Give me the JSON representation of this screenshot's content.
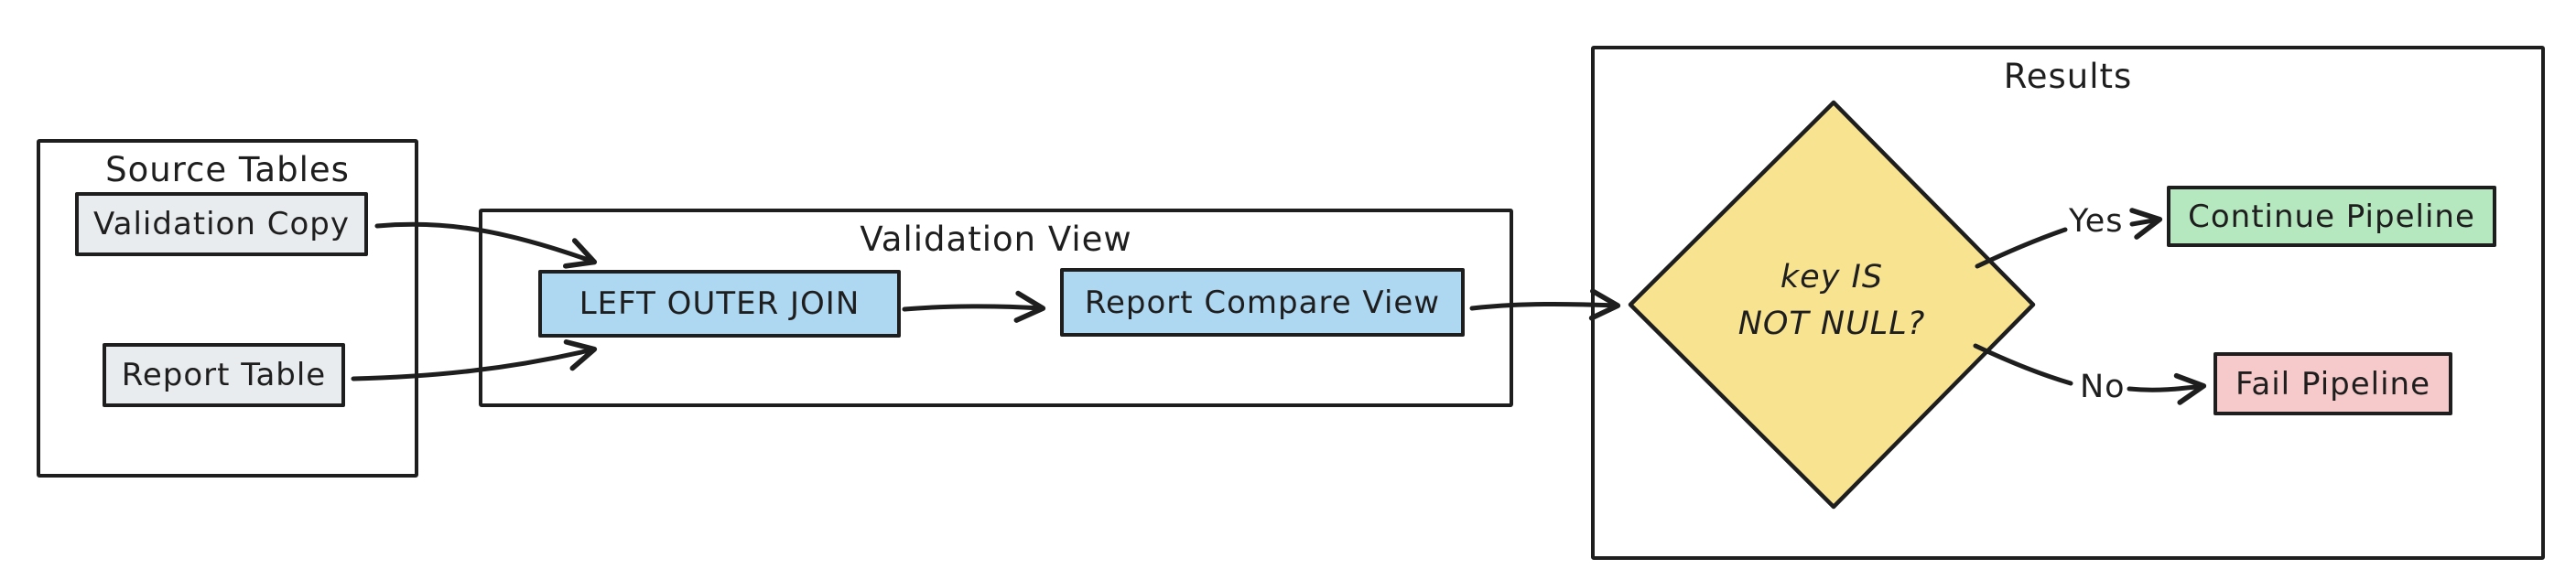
{
  "diagram": {
    "title_note": "ETL validation pipeline flowchart",
    "groups": {
      "source_tables": {
        "title": "Source Tables"
      },
      "validation_view": {
        "title": "Validation View"
      },
      "results": {
        "title": "Results"
      }
    },
    "nodes": {
      "validation_copy": {
        "label": "Validation Copy",
        "fill": "#e9ecef"
      },
      "report_table": {
        "label": "Report Table",
        "fill": "#e9ecef"
      },
      "left_outer_join": {
        "label": "LEFT OUTER JOIN",
        "fill": "#aed7f2"
      },
      "report_compare_view": {
        "label": "Report Compare View",
        "fill": "#aed7f2"
      },
      "decision": {
        "label_line1": "key IS",
        "label_line2": "NOT NULL?",
        "fill": "#f8e391"
      },
      "continue_pipeline": {
        "label": "Continue Pipeline",
        "fill": "#b6e8bf"
      },
      "fail_pipeline": {
        "label": "Fail Pipeline",
        "fill": "#f6caca"
      }
    },
    "edges": [
      {
        "from": "validation_copy",
        "to": "left_outer_join",
        "label": ""
      },
      {
        "from": "report_table",
        "to": "left_outer_join",
        "label": ""
      },
      {
        "from": "left_outer_join",
        "to": "report_compare_view",
        "label": ""
      },
      {
        "from": "report_compare_view",
        "to": "decision",
        "label": ""
      },
      {
        "from": "decision",
        "to": "continue_pipeline",
        "label": "Yes"
      },
      {
        "from": "decision",
        "to": "fail_pipeline",
        "label": "No"
      }
    ],
    "colors": {
      "stroke": "#1e1e1e",
      "background": "#ffffff"
    }
  }
}
